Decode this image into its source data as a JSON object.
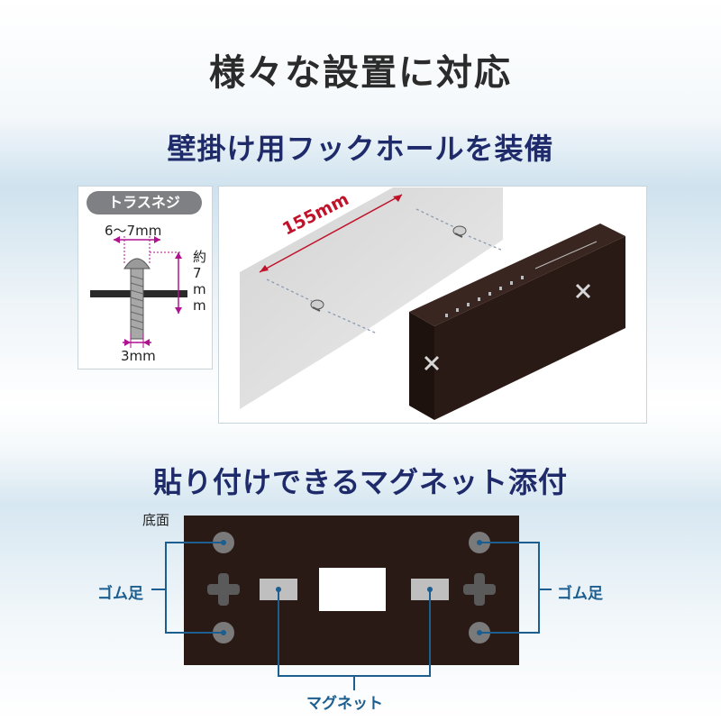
{
  "title": "様々な設置に対応",
  "section1": {
    "heading": "壁掛け用フックホールを装備",
    "screw_label": "トラスネジ",
    "head_width": "6〜7mm",
    "head_height": "約7mm",
    "shaft_width": "3mm",
    "hole_spacing": "155mm"
  },
  "section2": {
    "heading": "貼り付けできるマグネット添付",
    "bottom_label": "底面",
    "rubber_foot_left": "ゴム足",
    "rubber_foot_right": "ゴム足",
    "magnet_label": "マグネット"
  },
  "colors": {
    "heading_blue": "#1f2a6b",
    "callout_blue": "#1b5e8f",
    "dimension_red": "#c0132a",
    "dimension_magenta": "#b0128f",
    "device_body": "#2a1a16"
  }
}
